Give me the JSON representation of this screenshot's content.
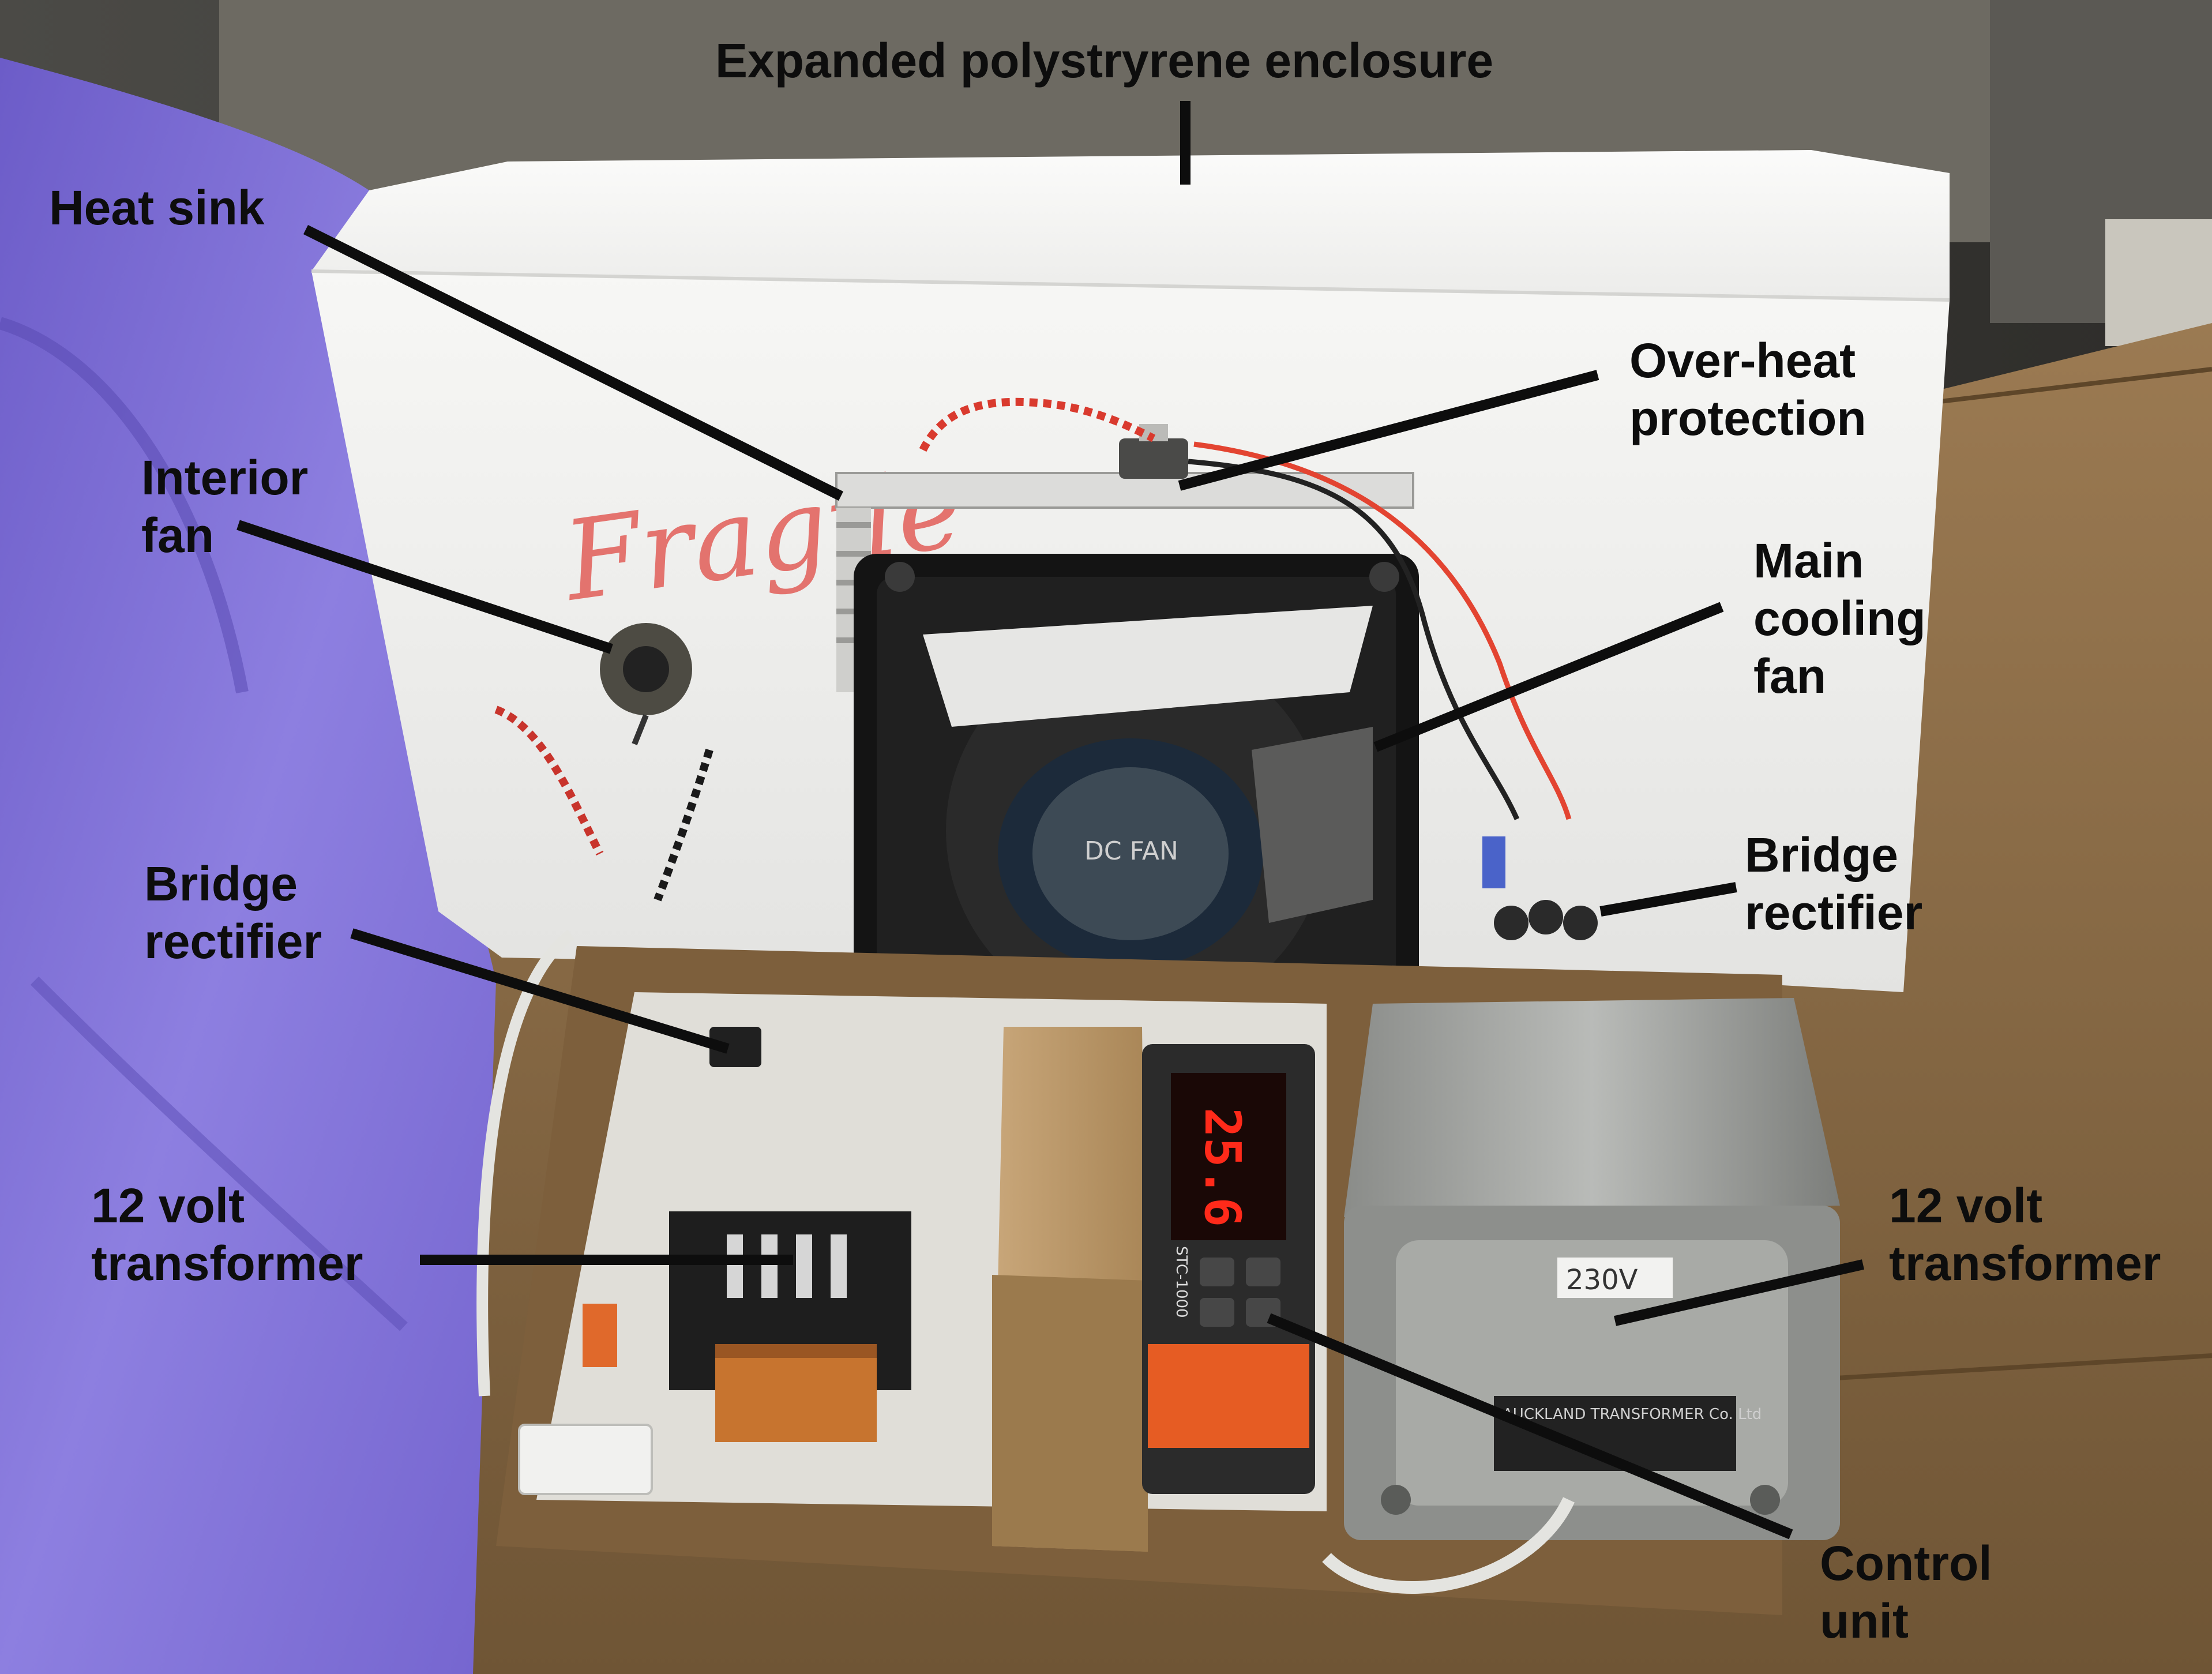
{
  "labels": {
    "enclosure": [
      "Expanded polystryrene enclosure"
    ],
    "heat_sink": [
      "Heat sink"
    ],
    "overheat": [
      "Over-heat",
      "protection"
    ],
    "interior_fan": [
      "Interior",
      "fan"
    ],
    "main_fan": [
      "Main",
      "cooling",
      "fan"
    ],
    "bridge_left": [
      "Bridge",
      "rectifier"
    ],
    "bridge_right": [
      "Bridge",
      "rectifier"
    ],
    "transformer_left": [
      "12 volt",
      "transformer"
    ],
    "transformer_right": [
      "12 volt",
      "transformer"
    ],
    "control_unit": [
      "Control",
      "unit"
    ]
  },
  "markings": {
    "handwriting": "Fragile",
    "thermostat_display": "25.6",
    "thermostat_model": "STC-1000",
    "voltage_tag": "230V",
    "maker_plate": "AUCKLAND TRANSFORMER Co. Ltd",
    "fan_sticker": "DC FAN"
  },
  "colors": {
    "label_text": "#0d0d0d",
    "leader_line": "#0d0d0d",
    "polystyrene": "#eeeeec",
    "purple_cloth": "#8474d4",
    "wood_bench": "#8a6a45",
    "display_red": "#ff2a1a"
  }
}
